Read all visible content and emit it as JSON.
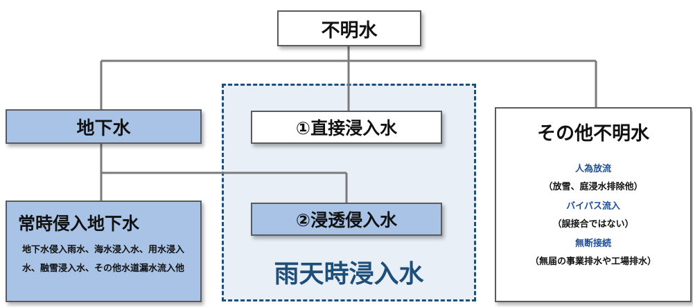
{
  "nodes": {
    "top": "不明水",
    "groundwater": "地下水",
    "direct_inflow": "①直接浸入水",
    "infiltration": "②浸透侵入水",
    "other": {
      "title": "その他不明水",
      "items": [
        {
          "heading": "人為放流",
          "detail": "（放雪、庭浸水排除他）"
        },
        {
          "heading": "バイパス流入",
          "detail": "（誤接合ではない）"
        },
        {
          "heading": "無断接続",
          "detail": "（無届の事業排水や工場排水）"
        }
      ]
    },
    "constant": {
      "title": "常時侵入地下水",
      "description": "地下水侵入雨水、海水浸入水、用水浸入水、融雪浸入水、その他水道漏水流入他"
    }
  },
  "region": {
    "label": "雨天時浸入水"
  },
  "colors": {
    "blue_fill": "#a8c3e6",
    "region_fill": "#e8eff7",
    "region_border": "#1f4e79",
    "accent_text": "#1f4e96",
    "connector": "#7a7a7a"
  }
}
